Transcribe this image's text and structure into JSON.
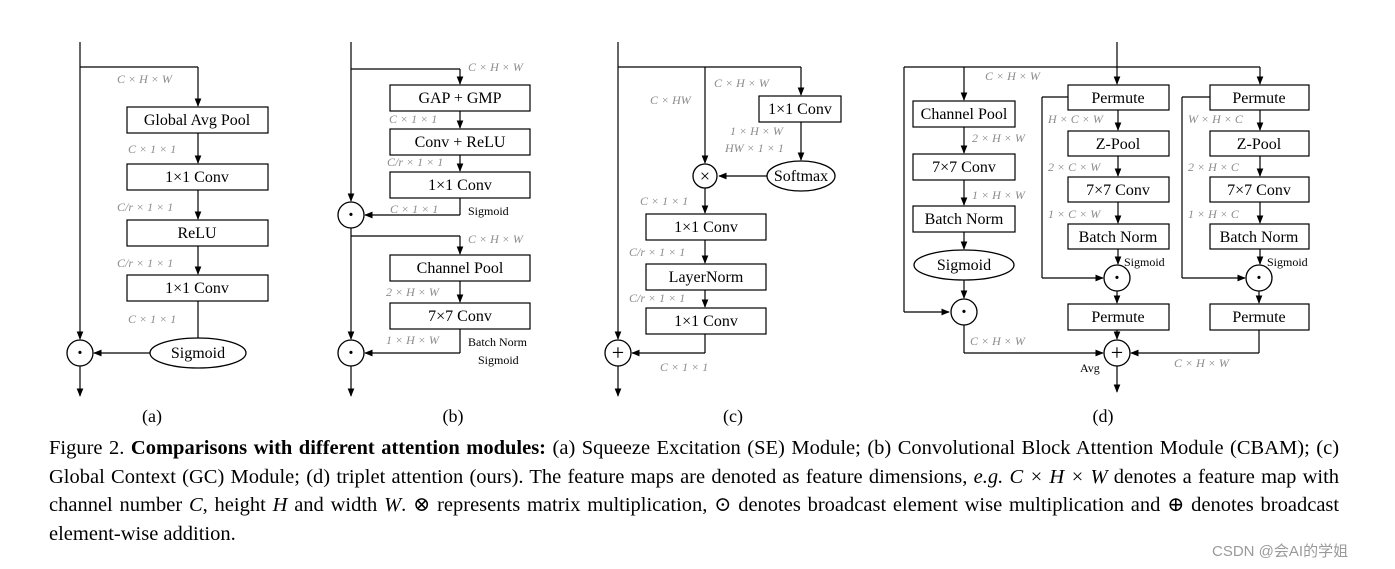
{
  "panel_labels": {
    "a": "(a)",
    "b": "(b)",
    "c": "(c)",
    "d": "(d)"
  },
  "dims": {
    "chw": "C × H × W",
    "c11": "C × 1 × 1",
    "cr11": "C/r × 1 × 1",
    "two_hw": "2 × H × W",
    "one_hw": "1 × H × W",
    "c_hw": "C × HW",
    "one_h_w": "1 × H × W",
    "hw11": "HW × 1 × 1",
    "h_c_w": "H × C × W",
    "two_c_w": "2 × C × W",
    "one_c_w": "1 × C × W",
    "w_h_c": "W × H × C",
    "two_h_c": "2 × H × C",
    "one_h_c": "1 × H × C"
  },
  "ops": {
    "mult": "·",
    "add": "+",
    "matmul": "×"
  },
  "panel_a": {
    "gap": "Global Avg Pool",
    "conv1": "1×1 Conv",
    "relu": "ReLU",
    "conv2": "1×1 Conv",
    "sigmoid": "Sigmoid"
  },
  "panel_b": {
    "gap_gmp": "GAP + GMP",
    "conv_relu": "Conv + ReLU",
    "conv1": "1×1 Conv",
    "sigmoid_note": "Sigmoid",
    "channel_pool": "Channel Pool",
    "conv7": "7×7 Conv",
    "bn_note": "Batch Norm",
    "sigmoid_note2": "Sigmoid"
  },
  "panel_c": {
    "conv_top": "1×1 Conv",
    "softmax": "Softmax",
    "conv1": "1×1 Conv",
    "layernorm": "LayerNorm",
    "conv2": "1×1 Conv"
  },
  "panel_d": {
    "channel_pool": "Channel Pool",
    "conv7_1": "7×7 Conv",
    "bn_1": "Batch Norm",
    "sigmoid_1": "Sigmoid",
    "permute_1": "Permute",
    "zpool_2": "Z-Pool",
    "conv7_2": "7×7 Conv",
    "bn_2": "Batch Norm",
    "sigmoid_2": "Sigmoid",
    "permute_2b": "Permute",
    "permute_3": "Permute",
    "zpool_3": "Z-Pool",
    "conv7_3": "7×7 Conv",
    "bn_3": "Batch Norm",
    "sigmoid_3": "Sigmoid",
    "permute_3b": "Permute",
    "avg": "Avg"
  },
  "caption": {
    "fig": "Figure 2.",
    "bold": "Comparisons with different attention modules:",
    "p1": "(a) Squeeze Excitation (SE) Module; (b) Convolutional Block Attention Module (CBAM); (c) Global Context (GC) Module; (d) triplet attention (ours). The feature maps are denoted as feature dimensions,",
    "eg": "e.g.",
    "m_chw": "C × H × W",
    "p2": "denotes a feature map with channel number",
    "m_c": "C",
    "p3": ", height",
    "m_h": "H",
    "p4": "and width",
    "m_w": "W",
    "p5": ".",
    "sym_otimes": "⊗",
    "p6": "represents matrix multiplication,",
    "sym_odot": "⊙",
    "p7": "denotes broadcast element wise multiplication and",
    "sym_oplus": "⊕",
    "p8": "denotes broadcast element-wise addition."
  },
  "watermark": "CSDN @会AI的学姐"
}
